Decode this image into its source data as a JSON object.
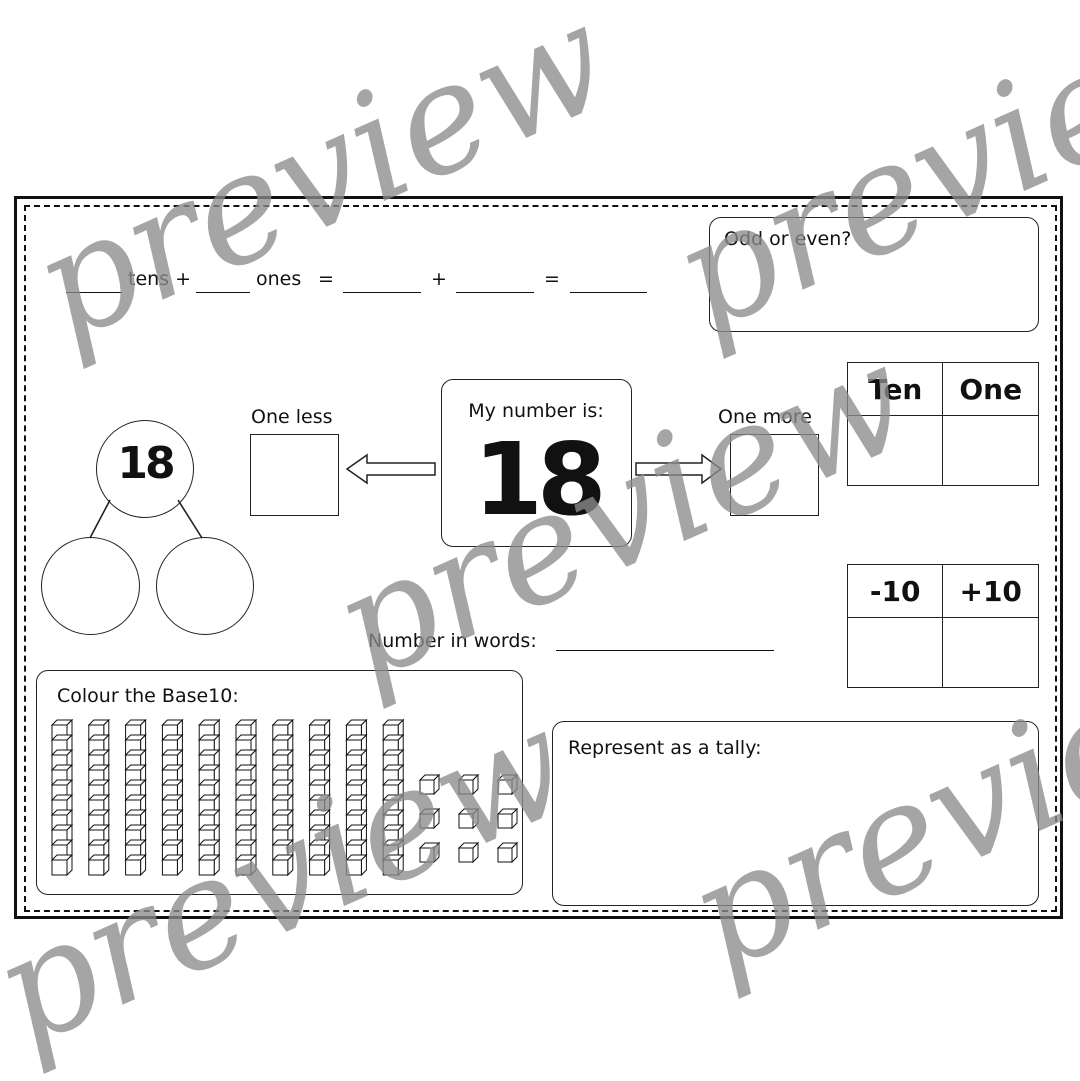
{
  "number": "18",
  "equation": {
    "tens_label": "tens +",
    "ones_label": "ones",
    "equals_1": "=",
    "plus": "+",
    "equals_2": "="
  },
  "odd_even": {
    "label": "Odd or even?"
  },
  "my_number": {
    "label": "My number is:",
    "value": "18"
  },
  "one_less": {
    "label": "One less"
  },
  "one_more": {
    "label": "One more"
  },
  "part_whole": {
    "whole": "18"
  },
  "place_value": {
    "headers": [
      "Ten",
      "One"
    ]
  },
  "plus_minus": {
    "headers": [
      "-10",
      "+10"
    ]
  },
  "words": {
    "label": "Number in words:"
  },
  "base10": {
    "label": "Colour the Base10:",
    "rods": 10,
    "rod_units": 10,
    "units": 9
  },
  "tally": {
    "label": "Represent as a tally:"
  },
  "watermark": {
    "text": "preview"
  },
  "colors": {
    "ink": "#111111",
    "watermark": "#8c8c8c",
    "background": "#ffffff"
  }
}
